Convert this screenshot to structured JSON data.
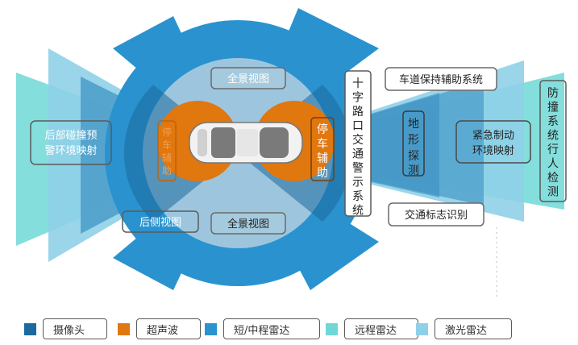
{
  "colors": {
    "camera": "#1b6a9e",
    "ultrasonic": "#e0770f",
    "short_mid_radar": "#2a93cf",
    "long_range_radar": "#6fd8d6",
    "lidar": "#8fd0e8",
    "center_disc": "#9dc6de"
  },
  "labels": {
    "rear_collision": "后部碰撞预警环境映射",
    "panorama_top": "全景视图",
    "panorama_bottom": "全景视图",
    "rear_view": "后侧视图",
    "park_left": "停车辅助",
    "park_right": "停车辅助",
    "intersection": "十字路口交通警示系统",
    "terrain": "地形探测",
    "lane_keep": "车道保持辅助系统",
    "emergency_brake": "紧急制动环境映射",
    "pedestrian": "防撞系统行人检测",
    "traffic_sign": "交通标志识别"
  },
  "legend": [
    {
      "label": "摄像头",
      "color": "#1b6a9e"
    },
    {
      "label": "超声波",
      "color": "#e0770f"
    },
    {
      "label": "短/中程雷达",
      "color": "#2a93cf"
    },
    {
      "label": "远程雷达",
      "color": "#6fd8d6"
    },
    {
      "label": "激光雷达",
      "color": "#8fd0e8"
    }
  ]
}
